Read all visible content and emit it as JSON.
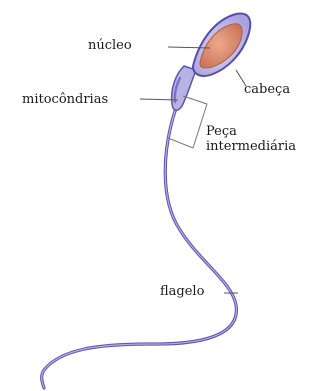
{
  "diagram": {
    "labels": {
      "nucleo": "núcleo",
      "cabeca": "cabeça",
      "mitocondrias": "mitocôndrias",
      "peca_line1": "Peça",
      "peca_line2": "intermediária",
      "flagelo": "flagelo"
    },
    "colors": {
      "membrane": "#b9b6e6",
      "membrane_stroke": "#5e55a8",
      "nucleus": "#d98a6e",
      "nucleus_dark": "#b9654d",
      "flagellum": "#6f64b8",
      "leader": "#555555",
      "bracket": "#777777"
    }
  }
}
